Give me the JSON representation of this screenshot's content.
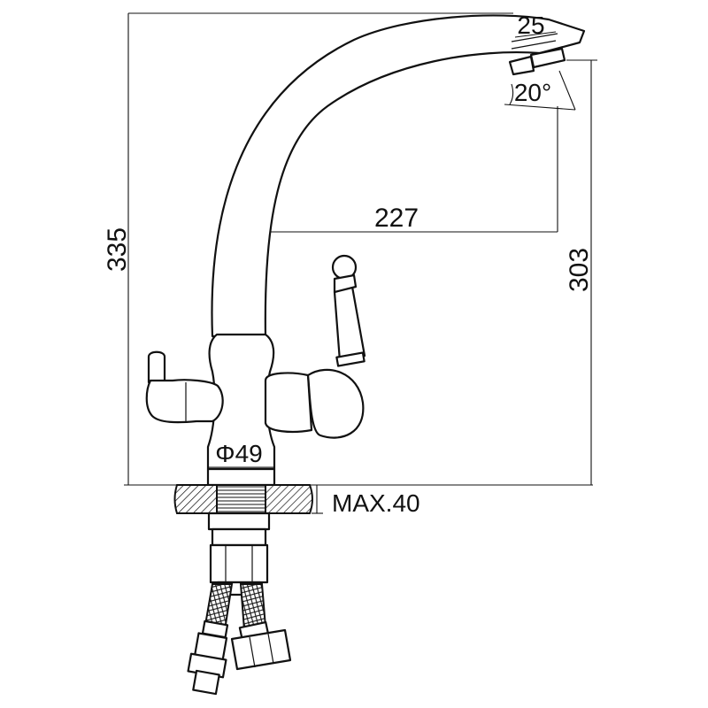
{
  "dimensions": {
    "overall_height": "335",
    "spout_height": "303",
    "spout_reach": "227",
    "aerator_width": "25",
    "aerator_angle": "20°",
    "base_diameter": "Φ49",
    "max_countertop": "MAX.40"
  }
}
